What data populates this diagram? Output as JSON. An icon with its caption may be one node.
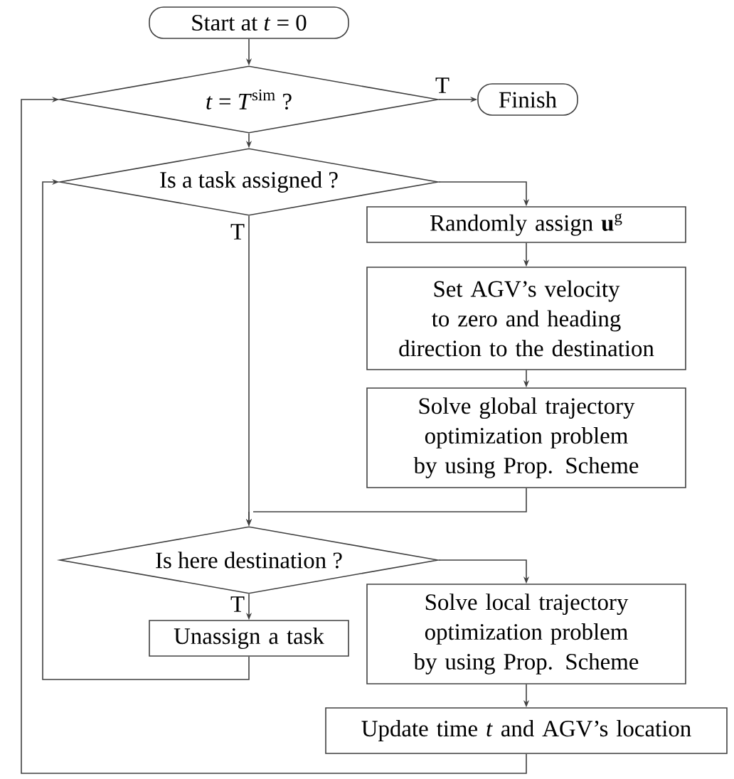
{
  "diagram": {
    "nodes": [
      {
        "text": [
          "Start at *t* = 0"
        ]
      },
      {
        "text": [
          "*t* = *T*$^{sim}$ ?"
        ]
      },
      {
        "text": [
          "Finish"
        ]
      },
      {
        "text": [
          "Is a task assigned ?"
        ]
      },
      {
        "text": [
          "Randomly assign **u**$^{g}$"
        ]
      },
      {
        "text": [
          "Set AGV’s velocity to zero and heading direction to the destination"
        ]
      },
      {
        "text": [
          "Solve global trajectory optimization problem by using Prop. Scheme"
        ]
      },
      {
        "text": [
          "Is here destination ?"
        ]
      },
      {
        "text": [
          "Unassign a task"
        ]
      },
      {
        "text": [
          "Solve local trajectory optimization problem by using Prop. Scheme"
        ]
      },
      {
        "text": [
          "Update time *t* and AGV’s location"
        ]
      }
    ],
    "edges": [
      {
        "from": 0,
        "to": 1,
        "arrow": "to"
      },
      {
        "from": 1,
        "to": 2,
        "arrow": "to",
        "label": "T"
      },
      {
        "from": 1,
        "to": 3,
        "arrow": "to"
      },
      {
        "from": 3,
        "to": 4,
        "arrow": "to"
      },
      {
        "from": 3,
        "to": 7,
        "arrow": "to",
        "label": "T"
      },
      {
        "from": 4,
        "to": 5,
        "arrow": "to"
      },
      {
        "from": 5,
        "to": 6,
        "arrow": "to"
      },
      {
        "from": 6,
        "to": 7,
        "arrow": "to"
      },
      {
        "from": 7,
        "to": 8,
        "arrow": "to",
        "label": "T"
      },
      {
        "from": 7,
        "to": 9,
        "arrow": "to"
      },
      {
        "from": 9,
        "to": 10,
        "arrow": "to"
      },
      {
        "from": 8,
        "to": 3,
        "arrow": "to"
      },
      {
        "from": 10,
        "to": 1,
        "arrow": "to"
      }
    ]
  }
}
